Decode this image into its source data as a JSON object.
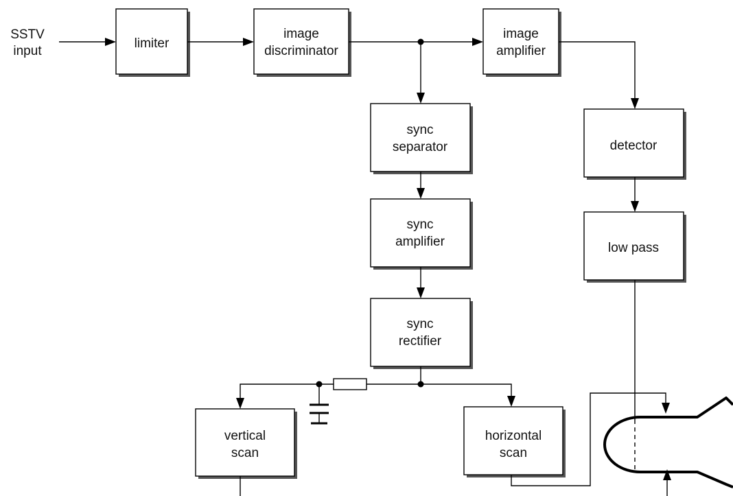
{
  "diagram": {
    "input": {
      "line1": "SSTV",
      "line2": "input"
    },
    "limiter": {
      "line1": "limiter"
    },
    "image_discriminator": {
      "line1": "image",
      "line2": "discriminator"
    },
    "image_amplifier": {
      "line1": "image",
      "line2": "amplifier"
    },
    "sync_separator": {
      "line1": "sync",
      "line2": "separator"
    },
    "sync_amplifier": {
      "line1": "sync",
      "line2": "amplifier"
    },
    "sync_rectifier": {
      "line1": "sync",
      "line2": "rectifier"
    },
    "detector": {
      "line1": "detector"
    },
    "low_pass": {
      "line1": "low pass"
    },
    "vertical_scan": {
      "line1": "vertical",
      "line2": "scan"
    },
    "horizontal_scan": {
      "line1": "horizontal",
      "line2": "scan"
    }
  }
}
